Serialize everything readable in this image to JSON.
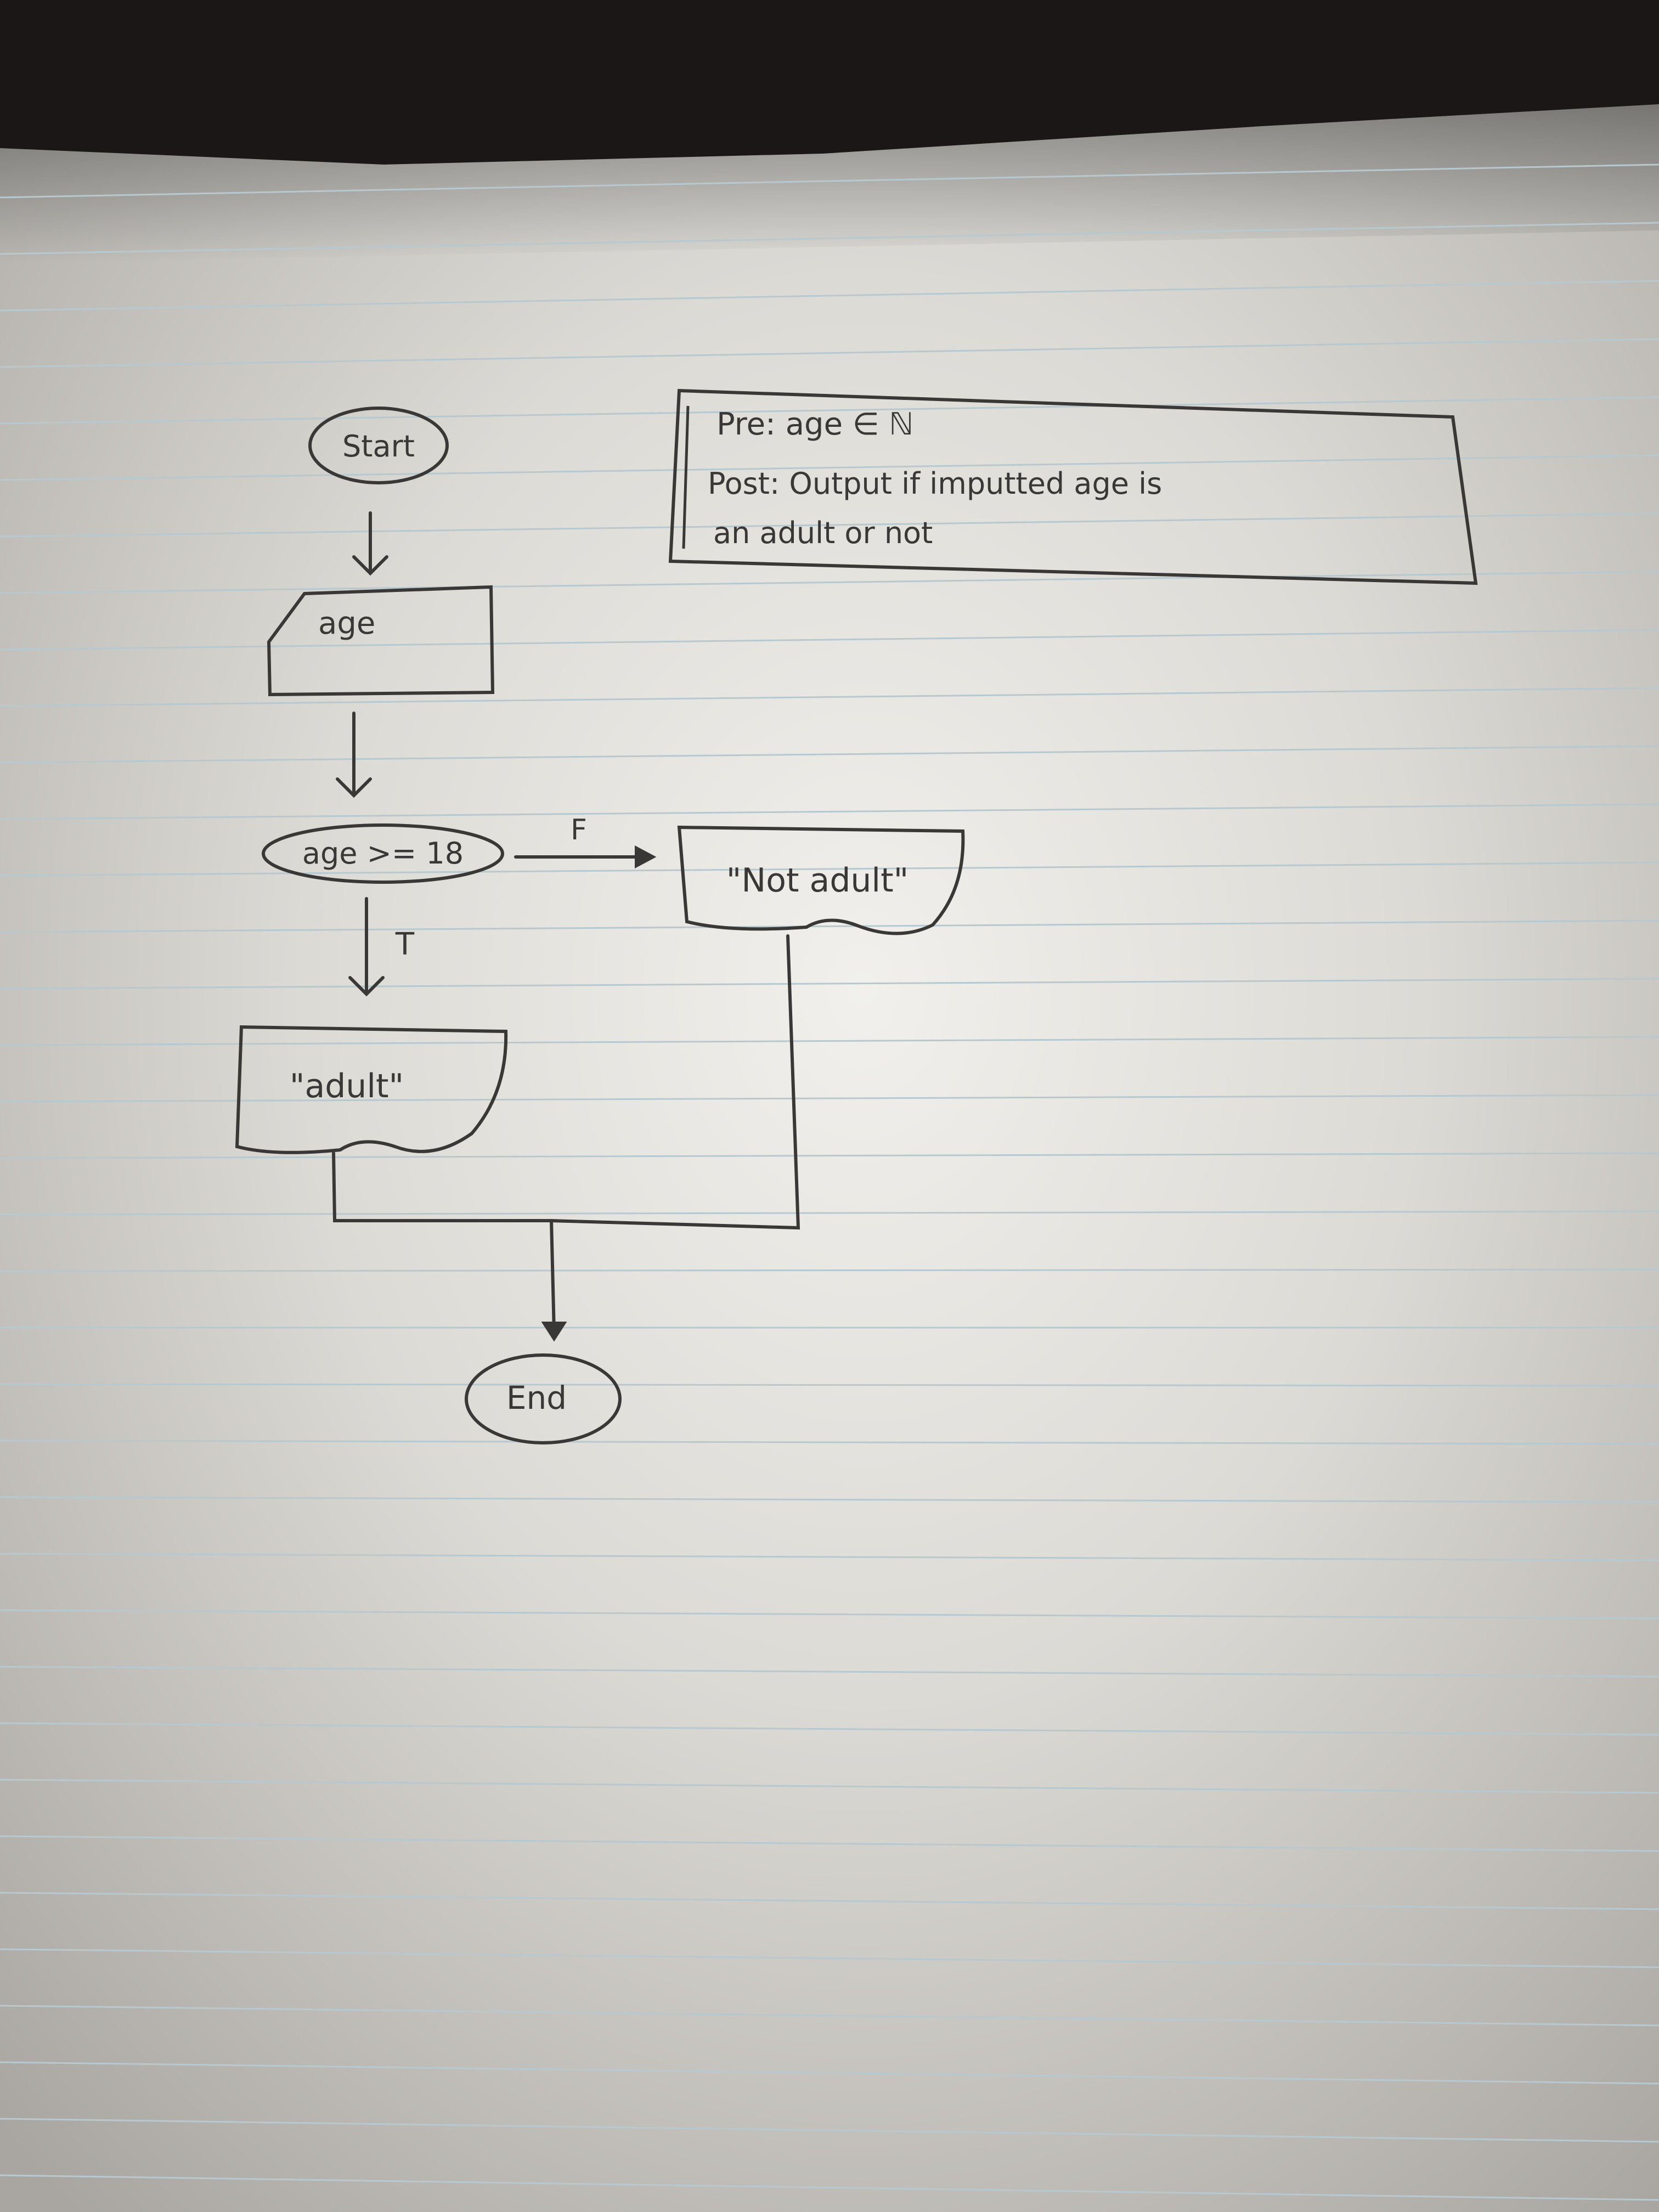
{
  "note": {
    "pre": "Pre:  age ∈ ℕ",
    "post_line1": "Post:  Output  if  imputted  age  is",
    "post_line2": "an  adult  or  not"
  },
  "flowchart": {
    "start": "Start",
    "input": "age",
    "decision": "age >= 18",
    "true_label": "T",
    "false_label": "F",
    "true_output": "\"adult\"",
    "false_output": "\"Not adult\"",
    "end": "End"
  },
  "colors": {
    "ink": "#3a3836",
    "paper": "#e4e2dd",
    "rule_lines": "#b8c8cf",
    "background": "#1a1716"
  }
}
